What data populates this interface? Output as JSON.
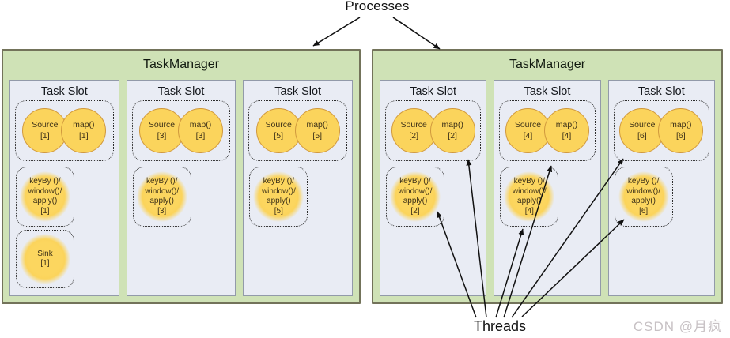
{
  "labels": {
    "processes": "Processes",
    "threads": "Threads"
  },
  "watermark": "CSDN @月疯",
  "colors": {
    "taskmanager_fill": "#cfe2b6",
    "taskmanager_border": "#73735a",
    "slot_fill": "#e9ecf4",
    "slot_border": "#929aa9",
    "operator_fill": "#fbd45c",
    "operator_border": "#d1993d",
    "arrow": "#111111",
    "watermark_color": "#c7c1c4"
  },
  "taskmanagers": [
    {
      "title": "TaskManager",
      "slots": [
        {
          "title": "Task Slot",
          "source": "Source\n[1]",
          "map": "map()\n[1]",
          "keyby": "keyBy ()/\nwindow()/\napply()\n[1]",
          "sink": "Sink\n[1]"
        },
        {
          "title": "Task Slot",
          "source": "Source\n[3]",
          "map": "map()\n[3]",
          "keyby": "keyBy ()/\nwindow()/\napply()\n[3]"
        },
        {
          "title": "Task Slot",
          "source": "Source\n[5]",
          "map": "map()\n[5]",
          "keyby": "keyBy ()/\nwindow()/\napply()\n[5]"
        }
      ]
    },
    {
      "title": "TaskManager",
      "slots": [
        {
          "title": "Task Slot",
          "source": "Source\n[2]",
          "map": "map()\n[2]",
          "keyby": "keyBy ()/\nwindow()/\napply()\n[2]"
        },
        {
          "title": "Task Slot",
          "source": "Source\n[4]",
          "map": "map()\n[4]",
          "keyby": "keyBy ()/\nwindow()/\napply()\n[4]"
        },
        {
          "title": "Task Slot",
          "source": "Source\n[6]",
          "map": "map()\n[6]",
          "keyby": "keyBy ()/\nwindow()/\napply()\n[6]"
        }
      ]
    }
  ]
}
